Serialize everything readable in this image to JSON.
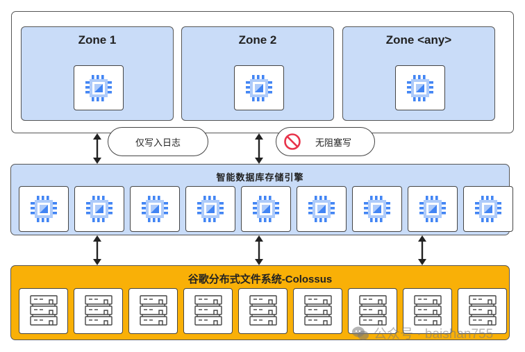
{
  "diagram": {
    "zones": [
      {
        "title": "Zone 1",
        "icon": "cpu-chip-icon"
      },
      {
        "title": "Zone 2",
        "icon": "cpu-chip-icon"
      },
      {
        "title": "Zone <any>",
        "icon": "cpu-chip-icon"
      }
    ],
    "pills": {
      "log_write": {
        "label": "仅写入日志"
      },
      "no_block_write": {
        "label": "无阻塞写",
        "icon": "no-entry-icon"
      }
    },
    "compute_layer": {
      "title": "智能数据库存储引擎",
      "node_count": 9,
      "icon": "cpu-chip-icon"
    },
    "storage_layer": {
      "title": "谷歌分布式文件系统-Colossus",
      "node_count": 9,
      "icon": "server-rack-icon"
    },
    "arrows": {
      "top_to_compute": 2,
      "compute_to_storage": 3
    },
    "colors": {
      "zone_fill": "#c9dcf8",
      "storage_fill": "#f9b007",
      "chip_blue": "#4285f4",
      "chip_light": "#aecbfa",
      "no_entry_red": "#e8334a"
    },
    "watermark": {
      "text": "公众号 · baishan755",
      "icon": "wechat-icon"
    }
  }
}
